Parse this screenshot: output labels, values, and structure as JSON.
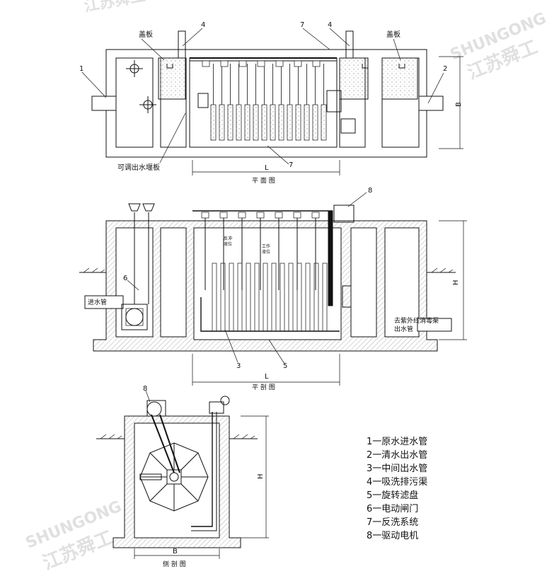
{
  "plan": {
    "caption": "平 面 图",
    "cover_label_left": "盖板",
    "cover_label_right": "盖板",
    "weir_label": "可调出水堰板",
    "dim_L": "L",
    "dim_B": "B",
    "callouts": [
      "1",
      "2",
      "4",
      "4",
      "7",
      "7"
    ]
  },
  "section": {
    "caption": "平 剖 图",
    "inlet_label": "进水管",
    "outlet_label_1": "去紫外线消毒渠",
    "outlet_label_2": "出水管",
    "backwash_level_1": "反冲",
    "backwash_level_2": "液位",
    "work_level_1": "工作",
    "work_level_2": "液位",
    "dim_L": "L",
    "dim_H": "H",
    "callouts": [
      "8",
      "6",
      "3",
      "5"
    ]
  },
  "side": {
    "caption": "侧 剖 图",
    "dim_B": "B",
    "dim_H": "H",
    "callout": "8"
  },
  "legend": [
    "1一原水进水管",
    "2一清水出水管",
    "3一中间出水管",
    "4一吸洗排污渠",
    "5一旋转滤盘",
    "6一电动闸门",
    "7一反洗系统",
    "8一驱动电机"
  ],
  "watermark": {
    "brand": "SHUNGONG",
    "cn": "江苏舜工"
  }
}
